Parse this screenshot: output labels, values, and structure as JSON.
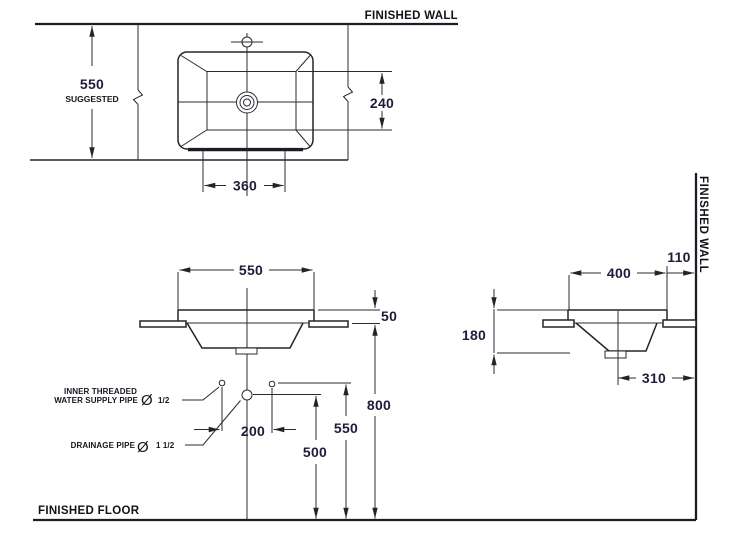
{
  "drawing": {
    "finished_wall_top": "FINISHED WALL",
    "finished_wall_side": "FINISHED WALL",
    "finished_floor": "FINISHED FLOOR",
    "top_view": {
      "suggested_width": "550",
      "suggested_label": "SUGGESTED",
      "basin_inner_depth": "240",
      "basin_inner_width": "360"
    },
    "front_view": {
      "counter_width": "550",
      "counter_thickness": "50",
      "rim_height": "800",
      "supply_pipe_height": "550",
      "drain_pipe_height": "500",
      "supply_pipe_spacing": "200",
      "supply_label_line1": "INNER THREADED",
      "supply_label_line2": "WATER SUPPLY PIPE",
      "supply_dia_symbol": "Ø",
      "supply_dia": "1/2",
      "drain_label": "DRAINAGE PIPE",
      "drain_dia_symbol": "Ø",
      "drain_dia": "1 1/2"
    },
    "side_view": {
      "basin_depth": "400",
      "wall_clearance": "110",
      "basin_height": "180",
      "drain_wall_distance": "310"
    },
    "colors": {
      "line": "#23232b",
      "dim_text": "#1d1d3a"
    }
  }
}
